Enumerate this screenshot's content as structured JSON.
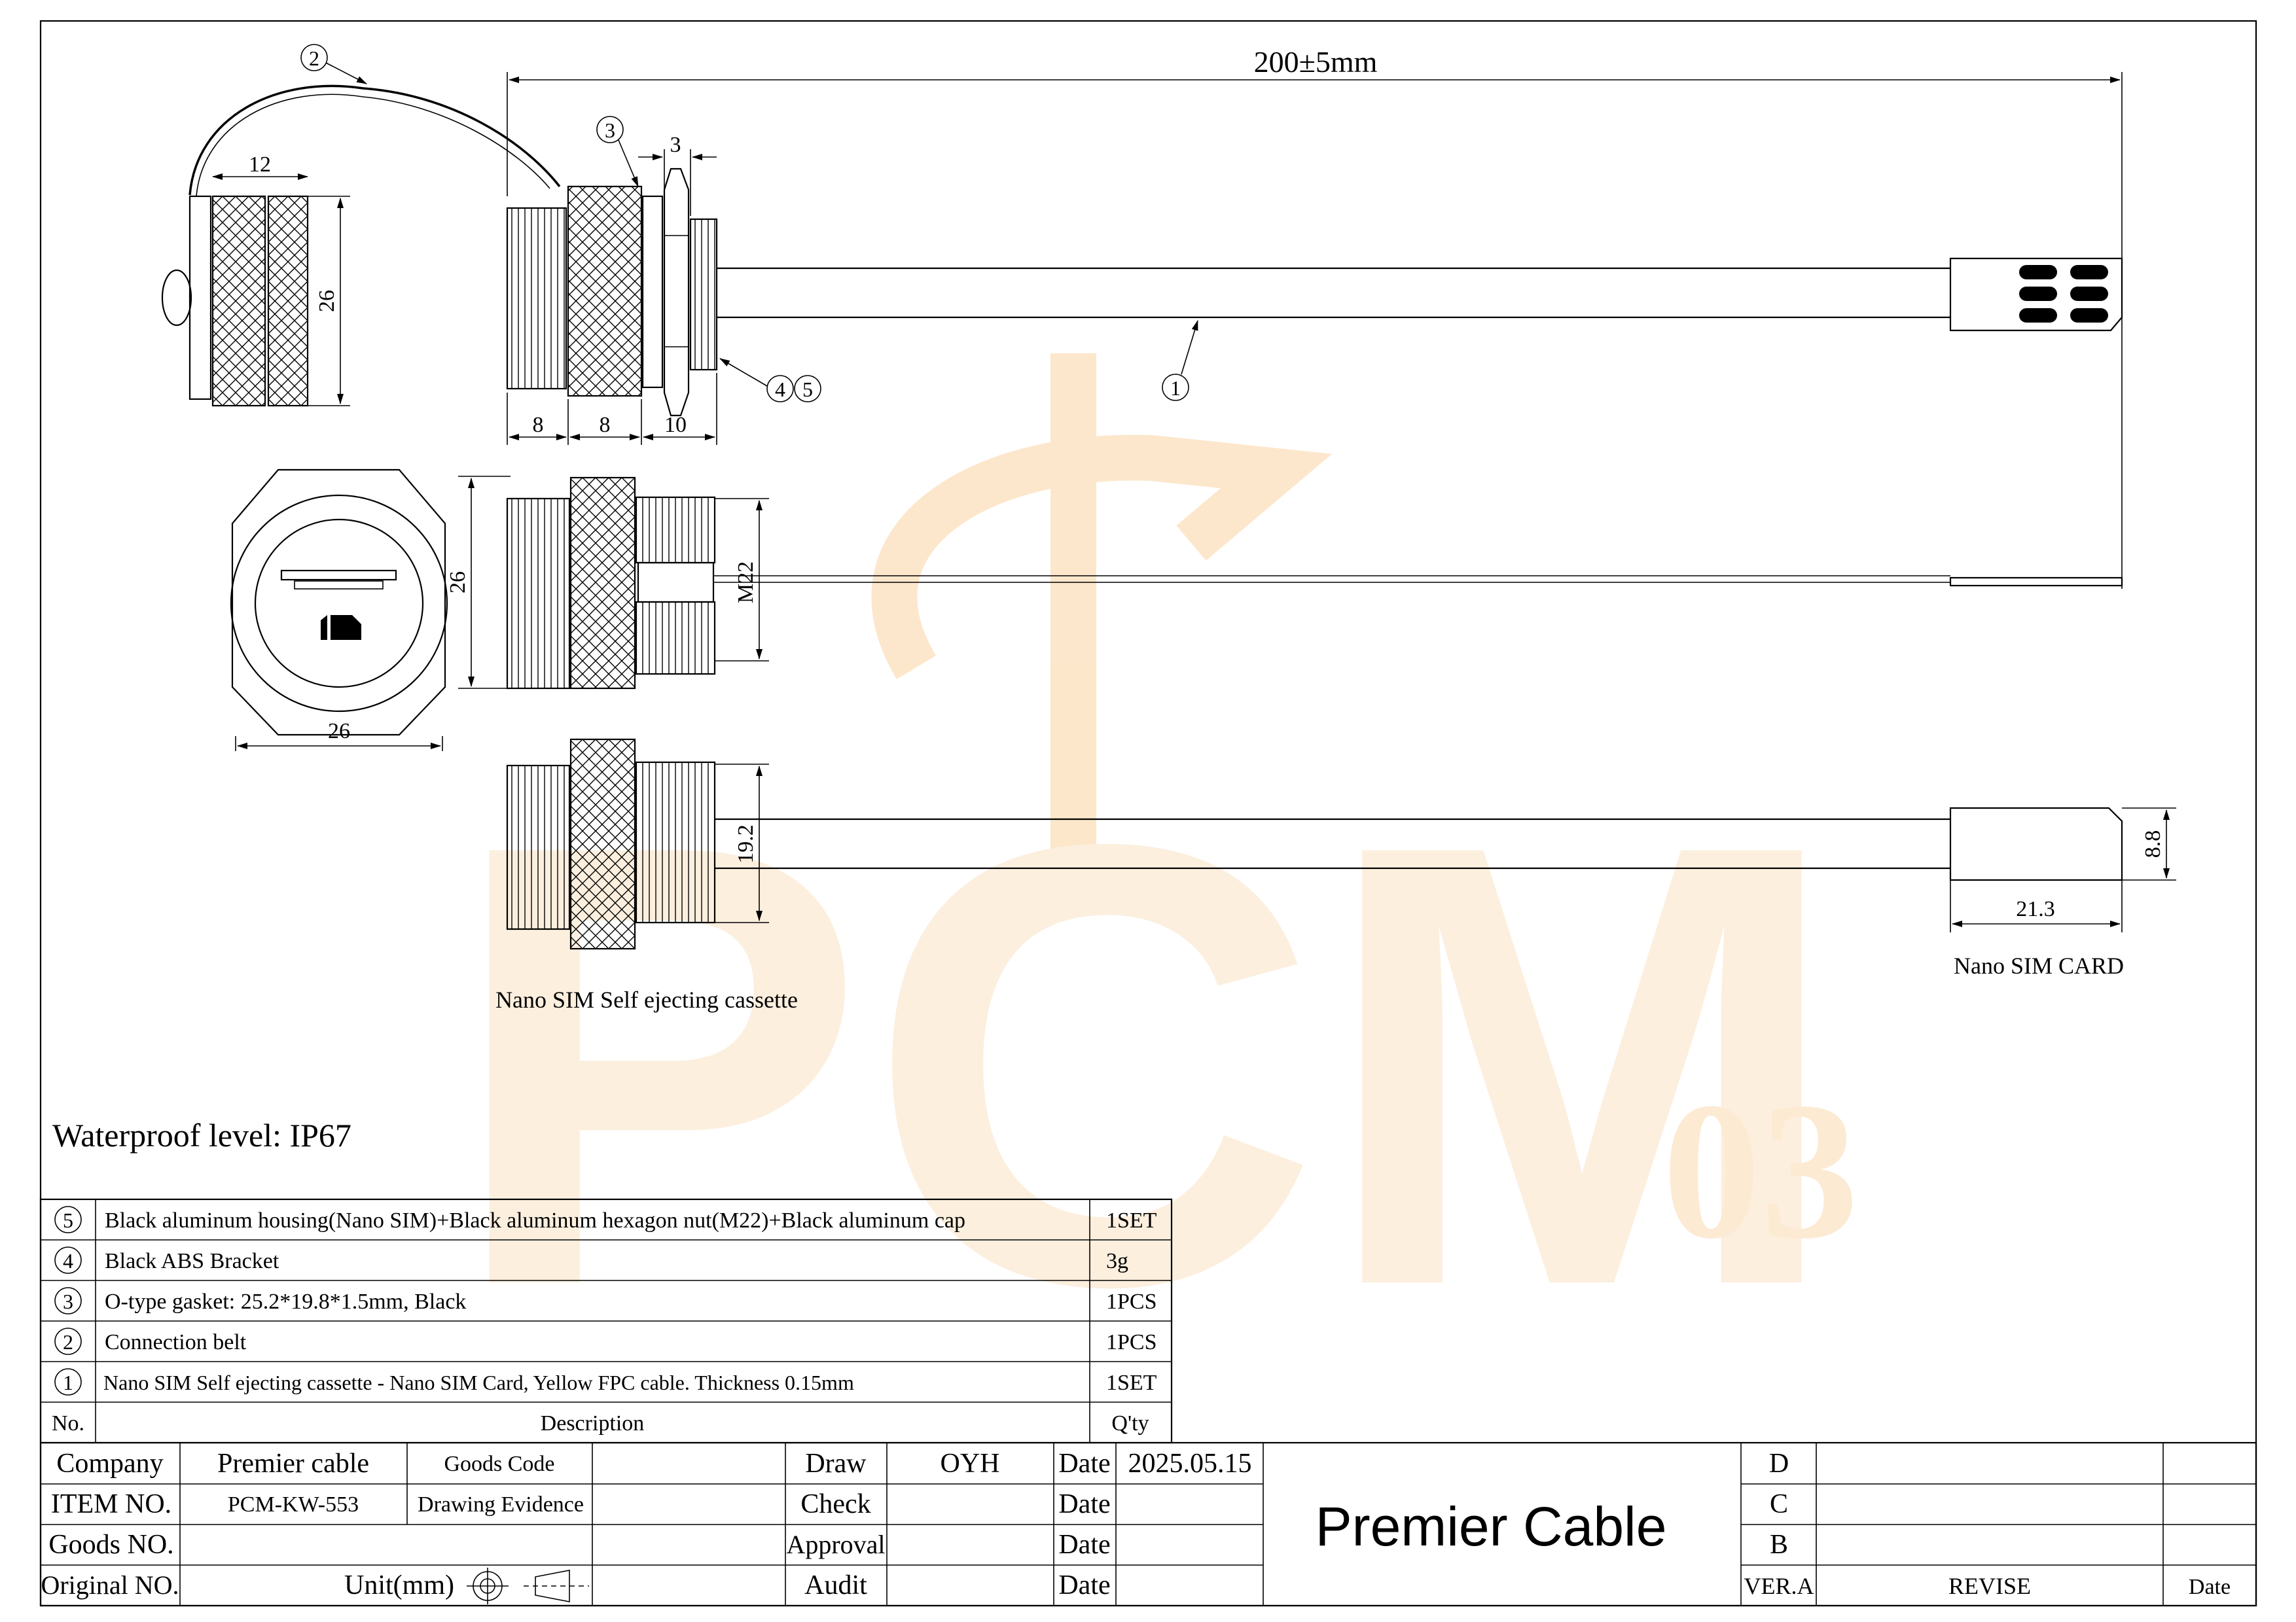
{
  "dimensions": {
    "overall_length": "200±5mm",
    "cap_width": "12",
    "cap_height": "26",
    "thread_length_1": "8",
    "knurl_length": "8",
    "nut_length": "10",
    "gasket_gap": "3",
    "housing_height": "26",
    "hex_width": "26",
    "thread_size": "M22",
    "inner_height": "19.2",
    "card_height": "8.8",
    "card_length": "21.3"
  },
  "callouts": {
    "c1": "1",
    "c2": "2",
    "c3": "3",
    "c4": "4",
    "c5": "5"
  },
  "labels": {
    "cassette": "Nano SIM Self ejecting cassette",
    "card": "Nano SIM CARD",
    "waterproof": "Waterproof level: IP67",
    "watermark_main": "PCM",
    "watermark_sub": "03"
  },
  "bom": {
    "header": {
      "no": "No.",
      "description": "Description",
      "qty": "Q'ty"
    },
    "rows": [
      {
        "no": "5",
        "description": "Black aluminum housing(Nano SIM)+Black aluminum hexagon nut(M22)+Black aluminum cap",
        "qty": "1SET"
      },
      {
        "no": "4",
        "description": "Black ABS Bracket",
        "qty": "3g"
      },
      {
        "no": "3",
        "description": "O-type gasket: 25.2*19.8*1.5mm, Black",
        "qty": "1PCS"
      },
      {
        "no": "2",
        "description": "Connection belt",
        "qty": "1PCS"
      },
      {
        "no": "1",
        "description": "Nano SIM Self ejecting cassette - Nano SIM Card, Yellow FPC cable. Thickness 0.15mm",
        "qty": "1SET"
      }
    ]
  },
  "title_block": {
    "company_label": "Company",
    "company_value": "Premier cable",
    "goods_code_label": "Goods Code",
    "item_no_label": "ITEM NO.",
    "item_no_value": "PCM-KW-553",
    "drawing_evidence_label": "Drawing Evidence",
    "goods_no_label": "Goods NO.",
    "original_no_label": "Original NO.",
    "unit_label": "Unit(mm)",
    "draw_label": "Draw",
    "draw_value": "OYH",
    "check_label": "Check",
    "approval_label": "Approval",
    "audit_label": "Audit",
    "date_label": "Date",
    "date_value": "2025.05.15",
    "brand": "Premier Cable",
    "rev_d": "D",
    "rev_c": "C",
    "rev_b": "B",
    "ver": "VER.A",
    "revise": "REVISE",
    "rev_date": "Date"
  },
  "colors": {
    "line": "#000000",
    "watermark": "#fbe3c4"
  }
}
